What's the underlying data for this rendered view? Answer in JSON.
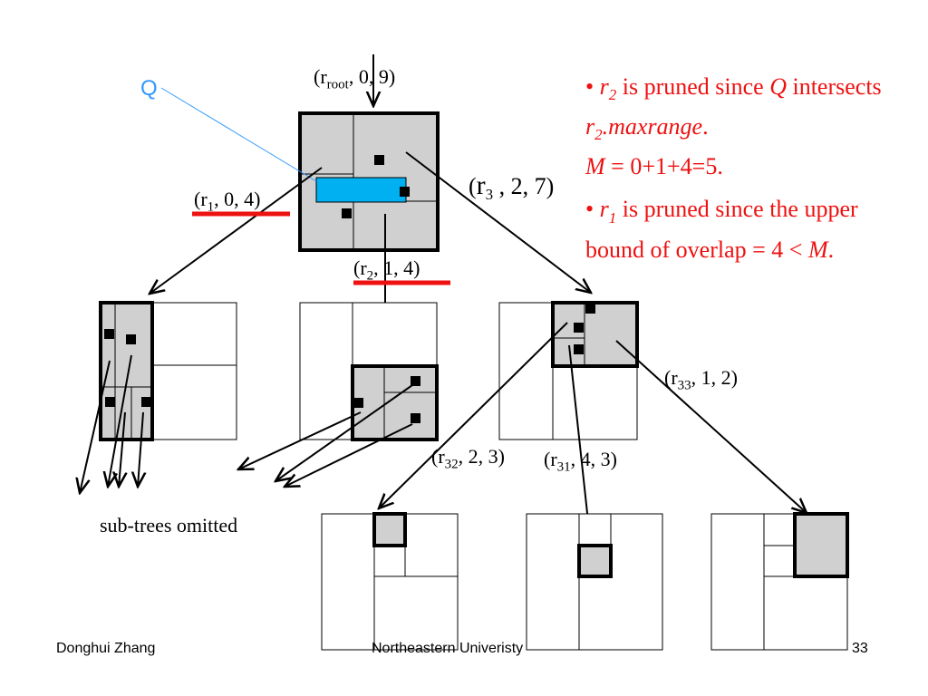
{
  "query_label": "Q",
  "labels": {
    "root": {
      "name": "r",
      "sub": "root",
      "rest": ", 0, 9)"
    },
    "r1": {
      "name": "r",
      "sub": "1",
      "rest": ", 0, 4)"
    },
    "r2": {
      "name": "r",
      "sub": "2",
      "rest": ", 1, 4)"
    },
    "r3": {
      "name": "r",
      "sub": "3",
      "rest": " , 2, 7)"
    },
    "r31": {
      "name": "r",
      "sub": "31",
      "rest": ", 4, 3)"
    },
    "r32": {
      "name": "r",
      "sub": "32",
      "rest": ", 2, 3)"
    },
    "r33": {
      "name": "r",
      "sub": "33",
      "rest": ", 1, 2)"
    }
  },
  "notes": {
    "n1": {
      "bullet": "• ",
      "r": "r",
      "r_sub": "2",
      "t1": " is pruned since ",
      "q": "Q",
      "t2": " intersects ",
      "r2": "r",
      "r2_sub": "2",
      "t3": ".maxrange",
      "t4": ".",
      "m": "M",
      "t5": " = 0+1+4=5."
    },
    "n2": {
      "bullet": "• ",
      "r": "r",
      "r_sub": "1",
      "t1": " is pruned since the upper bound of overlap = 4 < ",
      "m": "M",
      "t2": "."
    }
  },
  "subtrees_label": "sub-trees omitted",
  "footer": {
    "author": "Donghui Zhang",
    "institution": "Northeastern Univeristy",
    "page": "33"
  },
  "colors": {
    "query_rect": "#00b0f0",
    "query_line": "#3399ff",
    "mbr_fill": "#d0d0d0",
    "prune_underline": "#ee1111",
    "notes_text": "#ee1111"
  }
}
